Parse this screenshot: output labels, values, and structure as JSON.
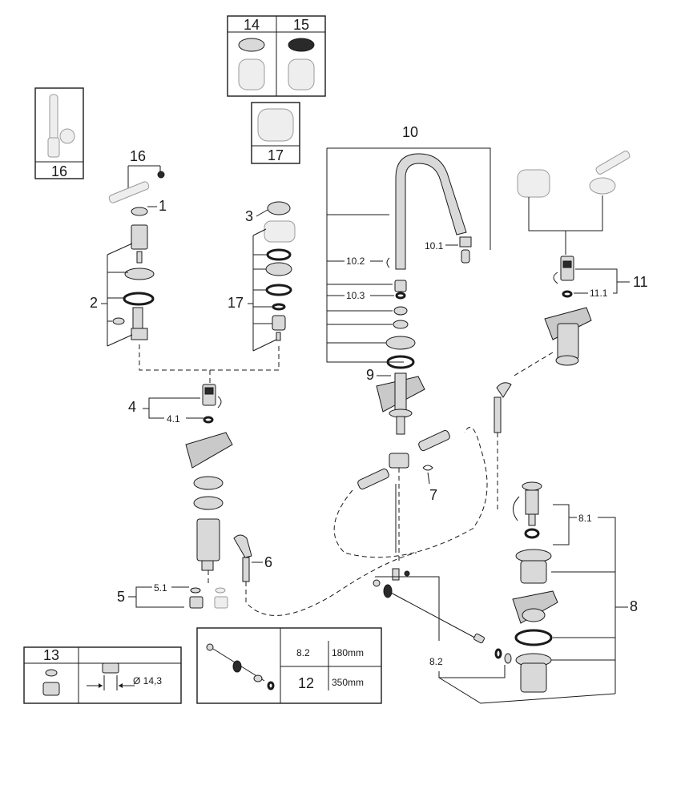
{
  "callouts": {
    "c1": "1",
    "c2": "2",
    "c3": "3",
    "c4": "4",
    "c4_1": "4.1",
    "c5": "5",
    "c5_1": "5.1",
    "c6": "6",
    "c7": "7",
    "c8": "8",
    "c8_1": "8.1",
    "c8_2": "8.2",
    "c9": "9",
    "c10": "10",
    "c10_1": "10.1",
    "c10_2": "10.2",
    "c10_3": "10.3",
    "c11": "11",
    "c11_1": "11.1",
    "c16": "16",
    "c17": "17"
  },
  "boxes": {
    "handle_16": "16",
    "cap_14": "14",
    "cap_15": "15",
    "knob_17": "17",
    "kit_13": "13",
    "diameter": "Ø 14,3"
  },
  "rod_table": {
    "rows": [
      {
        "code": "8.2",
        "length": "180mm"
      },
      {
        "code": "12",
        "length": "350mm"
      }
    ]
  },
  "colors": {
    "line": "#1a1a1a",
    "part_fill": "#d9d9d9",
    "faded": "#9a9a9a"
  }
}
